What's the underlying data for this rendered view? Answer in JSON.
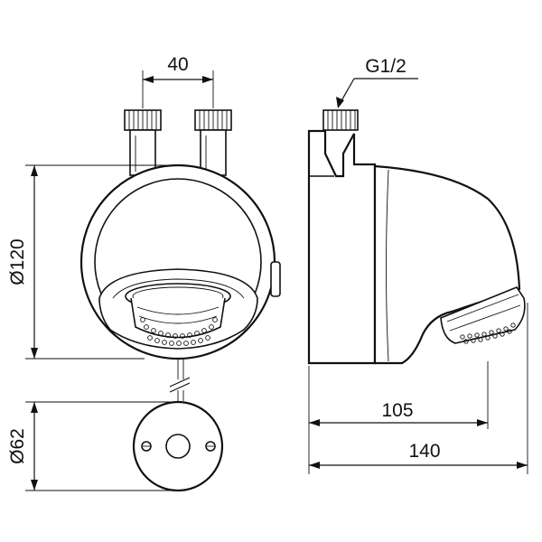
{
  "dimensions": {
    "spacing": "40",
    "thread": "G1/2",
    "diameter_body": "Ø120",
    "diameter_plate": "Ø62",
    "projection_inner": "105",
    "projection_total": "140"
  }
}
